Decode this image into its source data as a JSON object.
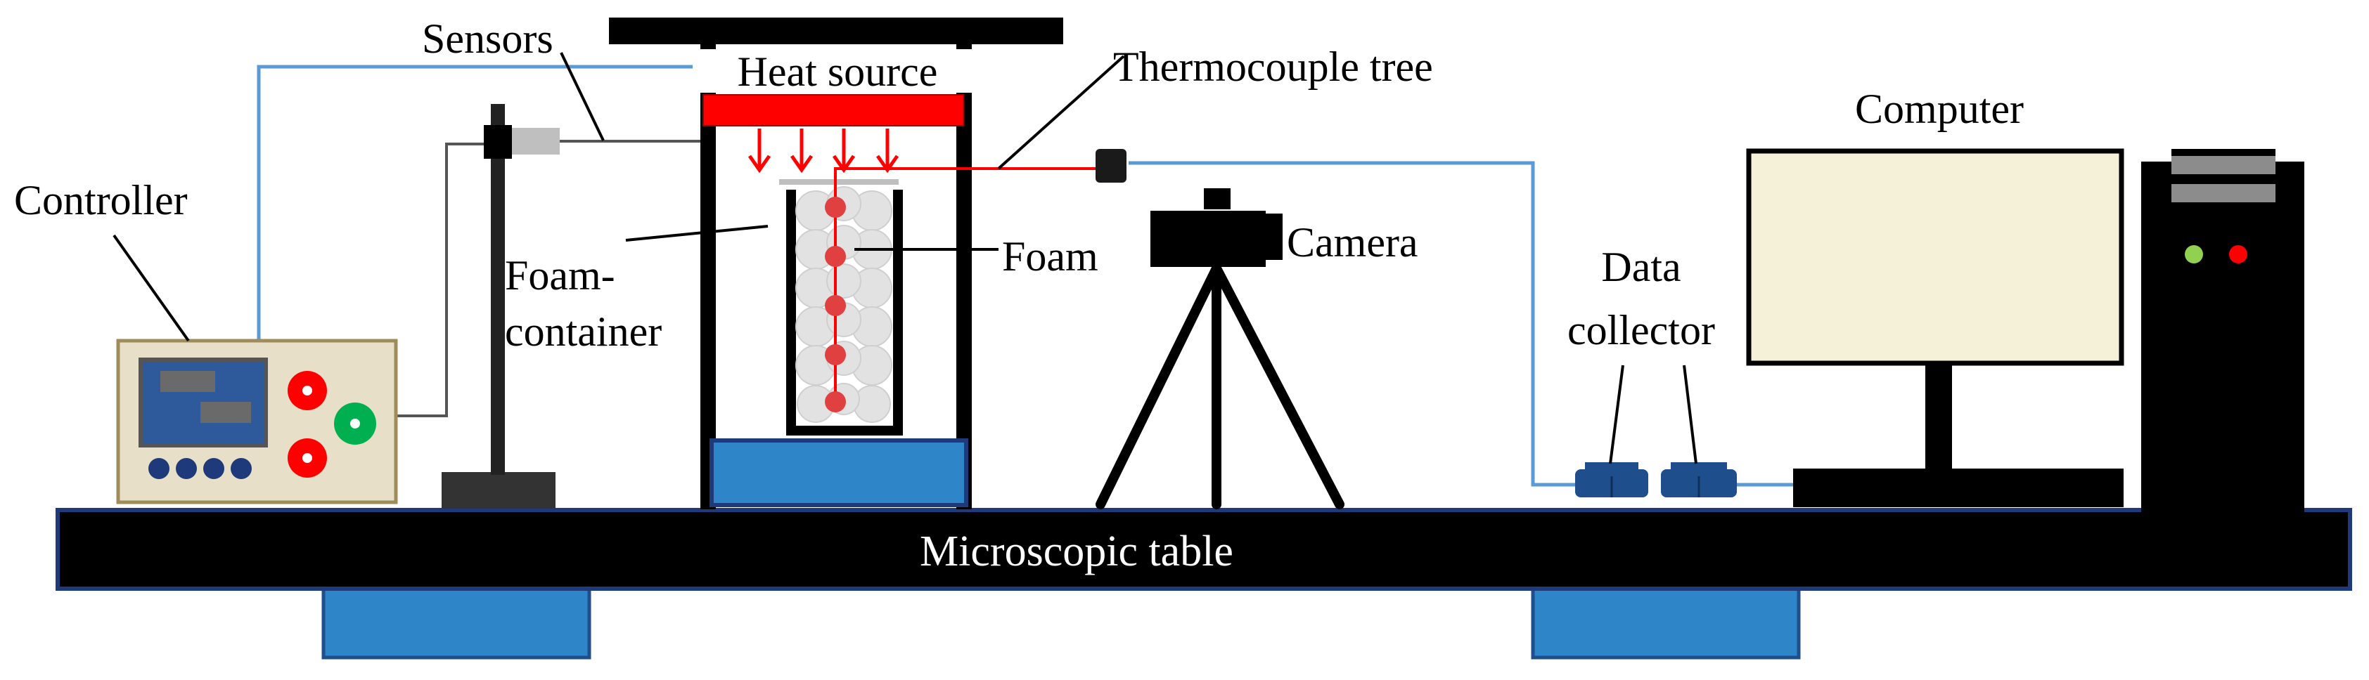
{
  "labels": {
    "sensors": "Sensors",
    "heat_source": "Heat source",
    "thermocouple_tree": "Thermocouple tree",
    "computer": "Computer",
    "controller": "Controller",
    "foam": "Foam",
    "camera": "Camera",
    "foam_container_line1": "Foam-",
    "foam_container_line2": "container",
    "data_collector_line1": "Data",
    "data_collector_line2": "collector",
    "microscopic_table": "Microscopic table"
  },
  "colors": {
    "black": "#000000",
    "wire_blue": "#5b9bd5",
    "heater_red": "#ff0000",
    "arrow_red": "#ff0000",
    "thermocouple_red": "#e04040",
    "base_blue": "#2e86c8",
    "collector_blue": "#1f4e8c",
    "controller_panel": "#e8dfc8",
    "foam_gray": "#d9d9d9",
    "green": "#00b050",
    "led_green": "#92d050"
  }
}
